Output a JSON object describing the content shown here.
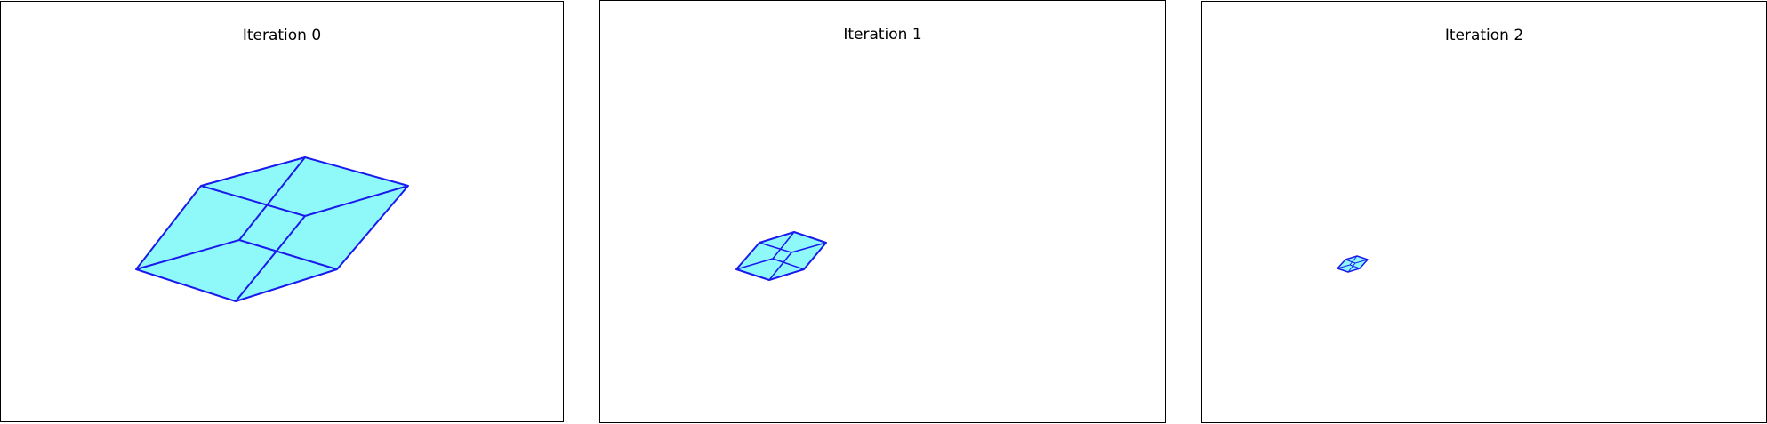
{
  "panels": [
    {
      "title": "Iteration 0"
    },
    {
      "title": "Iteration 1"
    },
    {
      "title": "Iteration 2"
    }
  ],
  "colors": {
    "face_fill": "#8ff8f8",
    "edge_stroke": "#1a1aee",
    "border": "#000000",
    "background": "#ffffff"
  }
}
